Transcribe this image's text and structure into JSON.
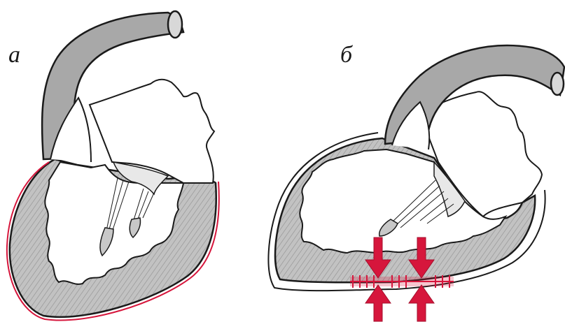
{
  "panels": [
    {
      "label": "а"
    },
    {
      "label": "б"
    }
  ],
  "colors": {
    "outline": "#1a1a1a",
    "myocardium_fill": "#b9b9b9",
    "vessel_fill": "#9a9a9a",
    "accent_red": "#d6163c",
    "background": "#ffffff"
  },
  "icons": {
    "compression_arrows": "red-arrows-pointing-inward"
  }
}
